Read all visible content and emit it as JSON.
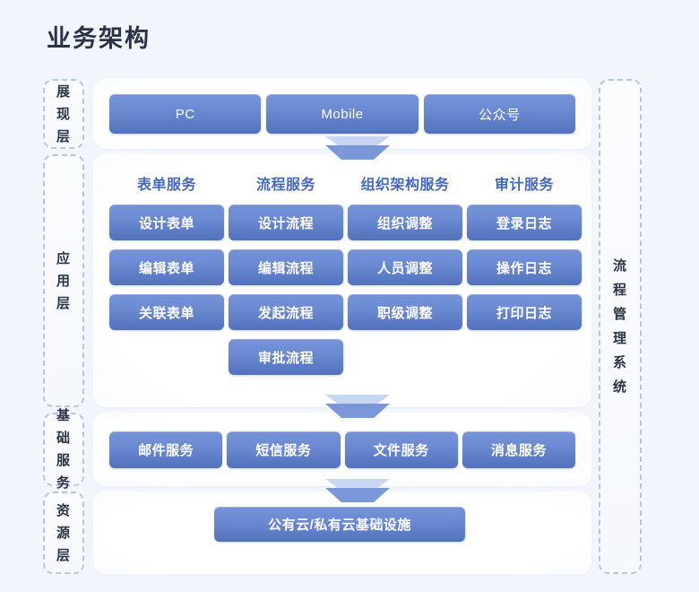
{
  "page": {
    "title": "业务架构",
    "background_color": "#f2f6fc",
    "accent_color": "#4468bb",
    "button_color": "#6c8bd3"
  },
  "left_labels": [
    {
      "id": "presentation",
      "text": "展现层"
    },
    {
      "id": "application",
      "text": "应用层"
    },
    {
      "id": "base-service",
      "text": "基础服务"
    },
    {
      "id": "resource",
      "text": "资源层"
    }
  ],
  "right_label": {
    "id": "system",
    "text": "流程管理系统"
  },
  "presentation_layer": {
    "items": [
      "PC",
      "Mobile",
      "公众号"
    ]
  },
  "application_layer": {
    "columns": [
      {
        "header": "表单服务",
        "items": [
          "设计表单",
          "编辑表单",
          "关联表单"
        ]
      },
      {
        "header": "流程服务",
        "items": [
          "设计流程",
          "编辑流程",
          "发起流程",
          "审批流程"
        ]
      },
      {
        "header": "组织架构服务",
        "items": [
          "组织调整",
          "人员调整",
          "职级调整"
        ]
      },
      {
        "header": "审计服务",
        "items": [
          "登录日志",
          "操作日志",
          "打印日志"
        ]
      }
    ]
  },
  "base_service_layer": {
    "items": [
      "邮件服务",
      "短信服务",
      "文件服务",
      "消息服务"
    ]
  },
  "resource_layer": {
    "items": [
      "公有云/私有云基础设施"
    ]
  },
  "arrows": [
    {
      "id": "arrow-presentation-to-application",
      "direction": "down"
    },
    {
      "id": "arrow-application-to-base",
      "direction": "down"
    },
    {
      "id": "arrow-base-to-resource",
      "direction": "down"
    }
  ]
}
